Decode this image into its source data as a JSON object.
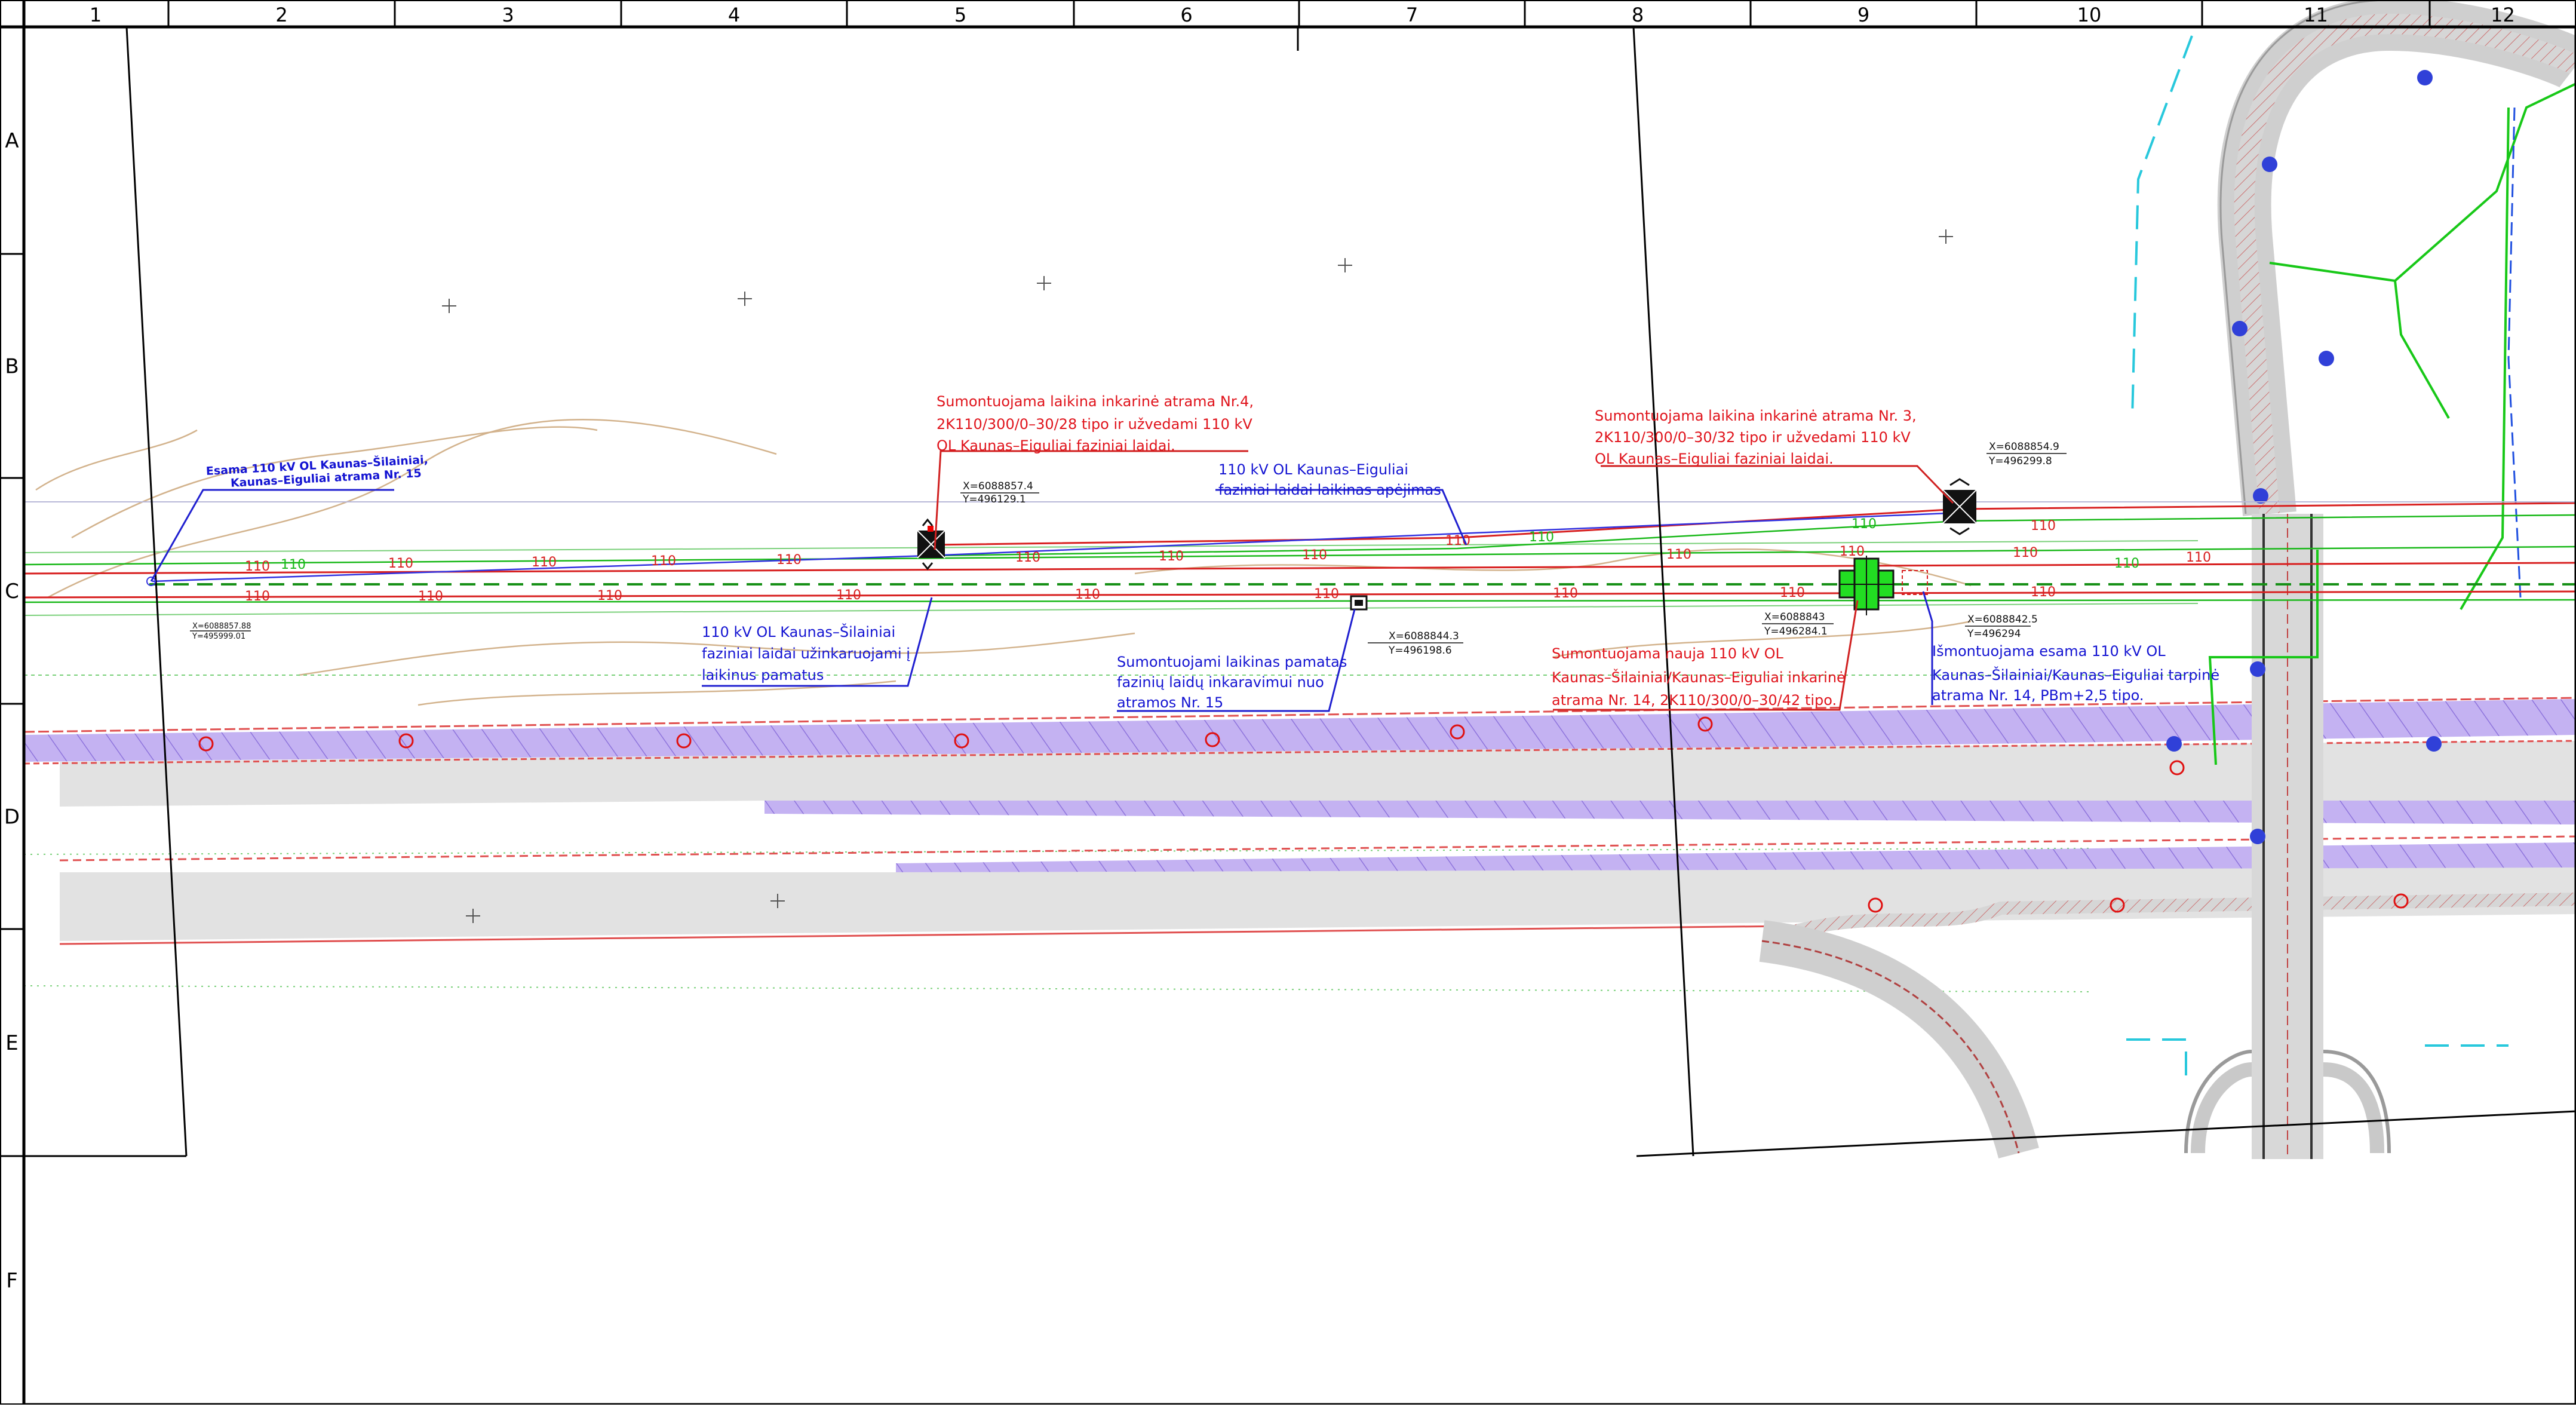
{
  "frame": {
    "columns": [
      "1",
      "2",
      "3",
      "4",
      "5",
      "6",
      "7",
      "8",
      "9",
      "10",
      "11",
      "12"
    ],
    "rows": [
      "A",
      "B",
      "C",
      "D",
      "E",
      "F"
    ]
  },
  "colors": {
    "ink": "#000000",
    "red": "#e0141c",
    "blue": "#1414d2",
    "green": "#14d214",
    "purple": "#9b7ae6",
    "grey": "#e4e4e4",
    "cyan": "#28c8dc",
    "contour": "#c8a070"
  },
  "annotations": {
    "existing_tower_15": [
      "Esama 110 kV OL Kaunas–Šilainiai,",
      "Kaunas–Eiguliai atrama Nr. 15"
    ],
    "temp_tower_4": [
      "Sumontuojama laikina inkarinė atrama Nr.4,",
      "2K110/300/0–30/28 tipo ir užvedami 110 kV",
      "OL Kaunas–Eiguliai faziniai laidai."
    ],
    "bypass": [
      "110 kV OL Kaunas–Eiguliai",
      "faziniai laidai laikinas apėjimas"
    ],
    "temp_tower_3": [
      "Sumontuojama laikina inkarinė atrama Nr. 3,",
      "2K110/300/0–30/32 tipo ir užvedami 110 kV",
      "OL Kaunas–Eiguliai faziniai laidai."
    ],
    "anchored_wires": [
      "110 kV OL Kaunas–Šilainiai",
      "faziniai laidai užinkaruojami į",
      "laikinus pamatus"
    ],
    "temp_foundation": [
      "Sumontuojami laikinas pamatas",
      "fazinių laidų inkaravimui nuo",
      "atramos Nr. 15"
    ],
    "new_tower_14": [
      "Sumontuojama nauja 110 kV OL",
      "Kaunas–Šilainiai/Kaunas–Eiguliai inkarinė",
      "atrama Nr. 14, 2K110/300/0–30/42 tipo."
    ],
    "remove_tower_14": [
      "Išmontuojama esama 110 kV OL",
      "Kaunas–Šilainiai/Kaunas–Eiguliai tarpinė",
      "atrama Nr. 14, PBm+2,5 tipo."
    ]
  },
  "coords": {
    "tower15": [
      "X=6088857.88",
      "Y=495999.01"
    ],
    "tower4": [
      "X=6088857.4",
      "Y=496129.1"
    ],
    "foundation": [
      "X=6088844.3",
      "Y=496198.6"
    ],
    "tower3": [
      "X=6088854.9",
      "Y=496299.8"
    ],
    "new14": [
      "X=6088843",
      "Y=496284.1"
    ],
    "old14": [
      "X=6088842.5",
      "Y=496294"
    ]
  },
  "line_label": "110"
}
